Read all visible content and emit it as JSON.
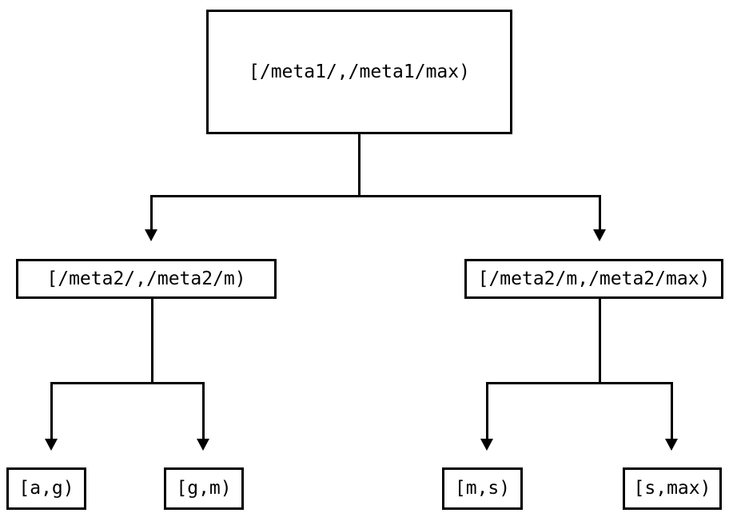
{
  "diagram": {
    "type": "tree",
    "title": "",
    "orientation": "top-down",
    "line_color": "#000000",
    "background_color": "#ffffff",
    "text_color": "#000000",
    "nodes": [
      {
        "id": "root",
        "label": "[/meta1/,/meta1/max)",
        "level": 0
      },
      {
        "id": "mid_left",
        "label": "[/meta2/,/meta2/m)",
        "level": 1
      },
      {
        "id": "mid_right",
        "label": "[/meta2/m,/meta2/max)",
        "level": 1
      },
      {
        "id": "leaf_ag",
        "label": "[a,g)",
        "level": 2
      },
      {
        "id": "leaf_gm",
        "label": "[g,m)",
        "level": 2
      },
      {
        "id": "leaf_ms",
        "label": "[m,s)",
        "level": 2
      },
      {
        "id": "leaf_smax",
        "label": "[s,max)",
        "level": 2
      }
    ],
    "edges": [
      {
        "from": "root",
        "to": "mid_left",
        "arrow": "down"
      },
      {
        "from": "root",
        "to": "mid_right",
        "arrow": "down"
      },
      {
        "from": "mid_left",
        "to": "leaf_ag",
        "arrow": "down"
      },
      {
        "from": "mid_left",
        "to": "leaf_gm",
        "arrow": "down"
      },
      {
        "from": "mid_right",
        "to": "leaf_ms",
        "arrow": "down"
      },
      {
        "from": "mid_right",
        "to": "leaf_smax",
        "arrow": "down"
      }
    ]
  }
}
